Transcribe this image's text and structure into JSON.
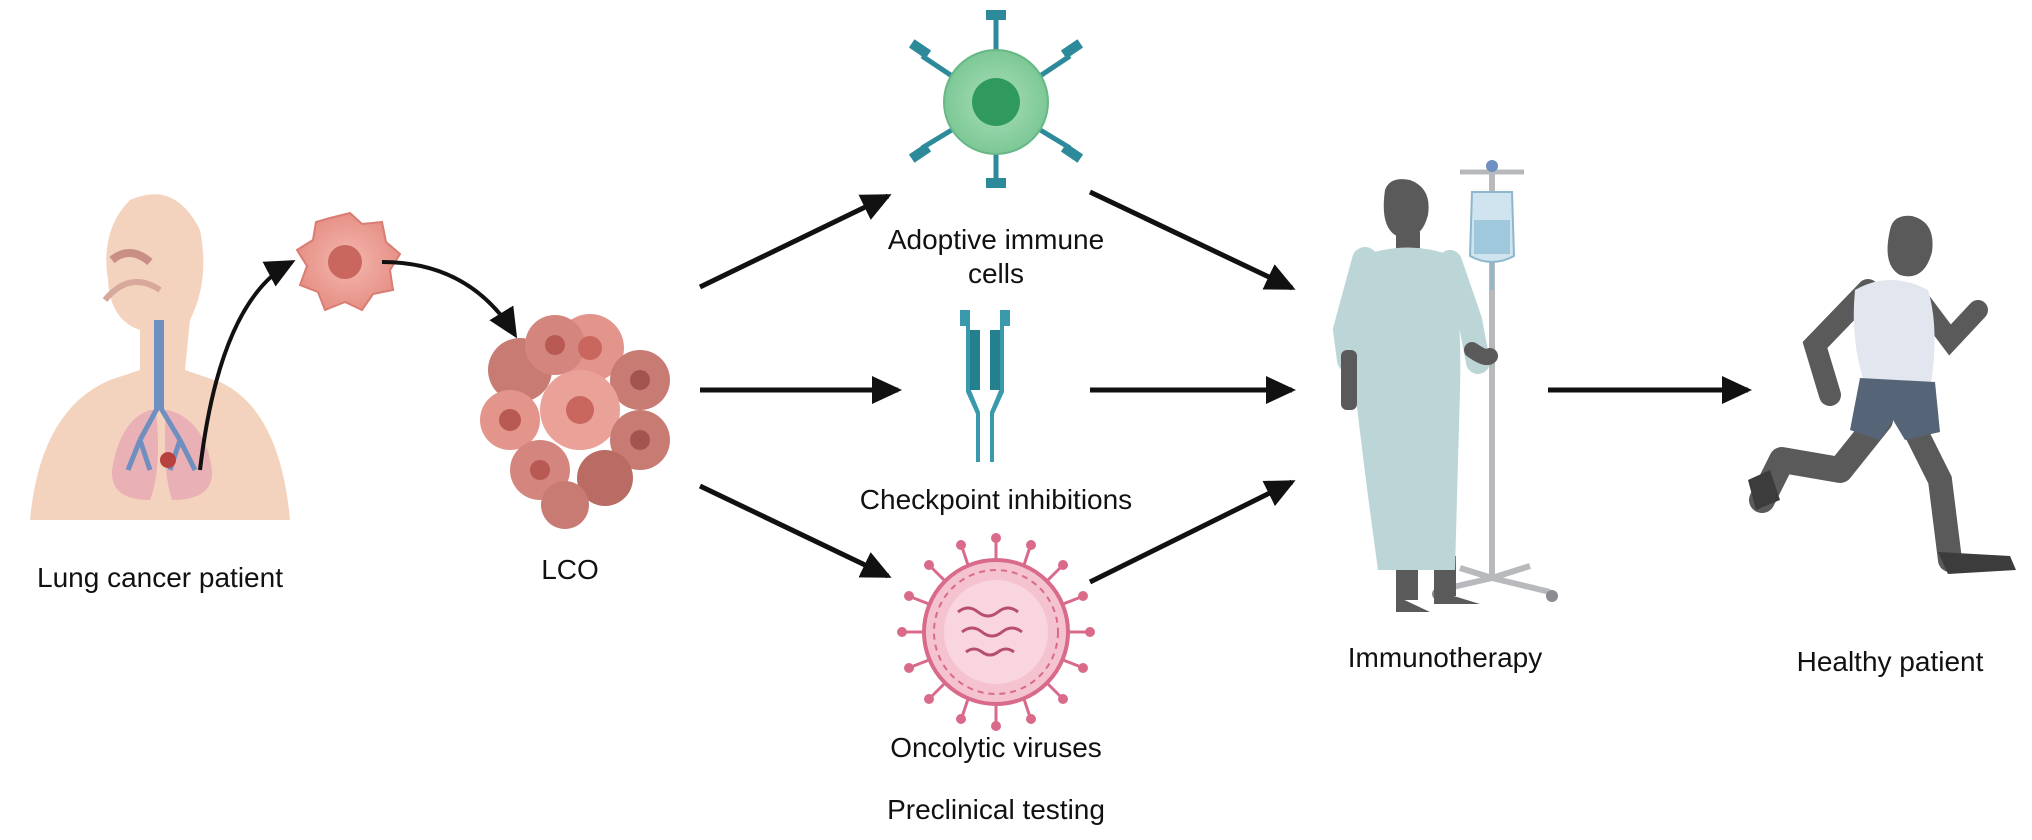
{
  "labels": {
    "patient": "Lung cancer patient",
    "lco": "LCO",
    "adoptive_line1": "Adoptive immune",
    "adoptive_line2": "cells",
    "checkpoint": "Checkpoint inhibitions",
    "oncolytic": "Oncolytic viruses",
    "preclinical": "Preclinical testing",
    "immunotherapy": "Immunotherapy",
    "healthy": "Healthy patient"
  },
  "colors": {
    "skin": "#f3d3bd",
    "lung": "#e9b0b5",
    "airway": "#6e8fc0",
    "tumor_cell": "#e8958c",
    "organoid": "#d9857f",
    "immune_cell": "#7ccc97",
    "receptor": "#2d8a9a",
    "antibody": "#3a9aab",
    "virus": "#d96a8a",
    "gown": "#bcd6d7",
    "silhouette": "#5a5a5a",
    "runner_shirt": "#e2e6ee",
    "runner_shorts": "#556577",
    "arrow": "#111111"
  }
}
